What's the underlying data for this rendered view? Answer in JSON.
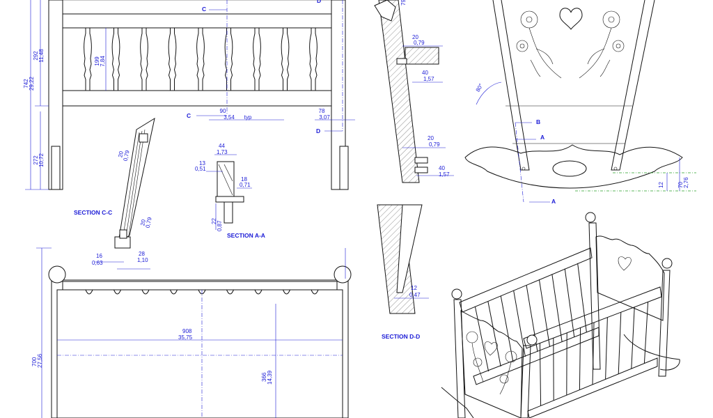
{
  "front_view": {
    "overall_height": "742",
    "overall_height_in": "29,22",
    "upper_height": "292",
    "upper_height_in": "11,48",
    "lower_height": "272",
    "lower_height_in": "10,72",
    "baluster_len": "199",
    "baluster_len_in": "7,84",
    "spacing": "90",
    "spacing_in": "3,54",
    "spacing_note": "typ",
    "post_width": "78",
    "post_width_in": "3,07",
    "cut_c": "C",
    "cut_d": "D"
  },
  "section_cc": {
    "title": "SECTION C-C",
    "d1": "20",
    "d1_in": "0,79",
    "d2": "20",
    "d2_in": "0,79",
    "d3": "16",
    "d3_in": "0,63",
    "d4": "28",
    "d4_in": "1,10"
  },
  "section_aa": {
    "title": "SECTION A-A",
    "d1": "44",
    "d1_in": "1,73",
    "d2": "13",
    "d2_in": "0,51",
    "d3": "18",
    "d3_in": "0,71",
    "d4": "22",
    "d4_in": "0,87"
  },
  "side_section": {
    "d1": "79",
    "d2": "20",
    "d2_in": "0,79",
    "d3": "40",
    "d3_in": "1,57",
    "d4": "20",
    "d4_in": "0,79",
    "d5": "40",
    "d5_in": "1,57"
  },
  "section_dd": {
    "title": "SECTION D-D",
    "d1": "12",
    "d1_in": "0,47"
  },
  "end_view": {
    "angle": "80°",
    "cut_a": "A",
    "cut_b": "B",
    "rocker_a": "12",
    "rocker_b": "70",
    "rocker_b_in": "2,76"
  },
  "top_view": {
    "width": "700",
    "width_in": "27,56",
    "length": "908",
    "length_in": "35,75",
    "inner": "366",
    "inner_in": "14,39"
  }
}
